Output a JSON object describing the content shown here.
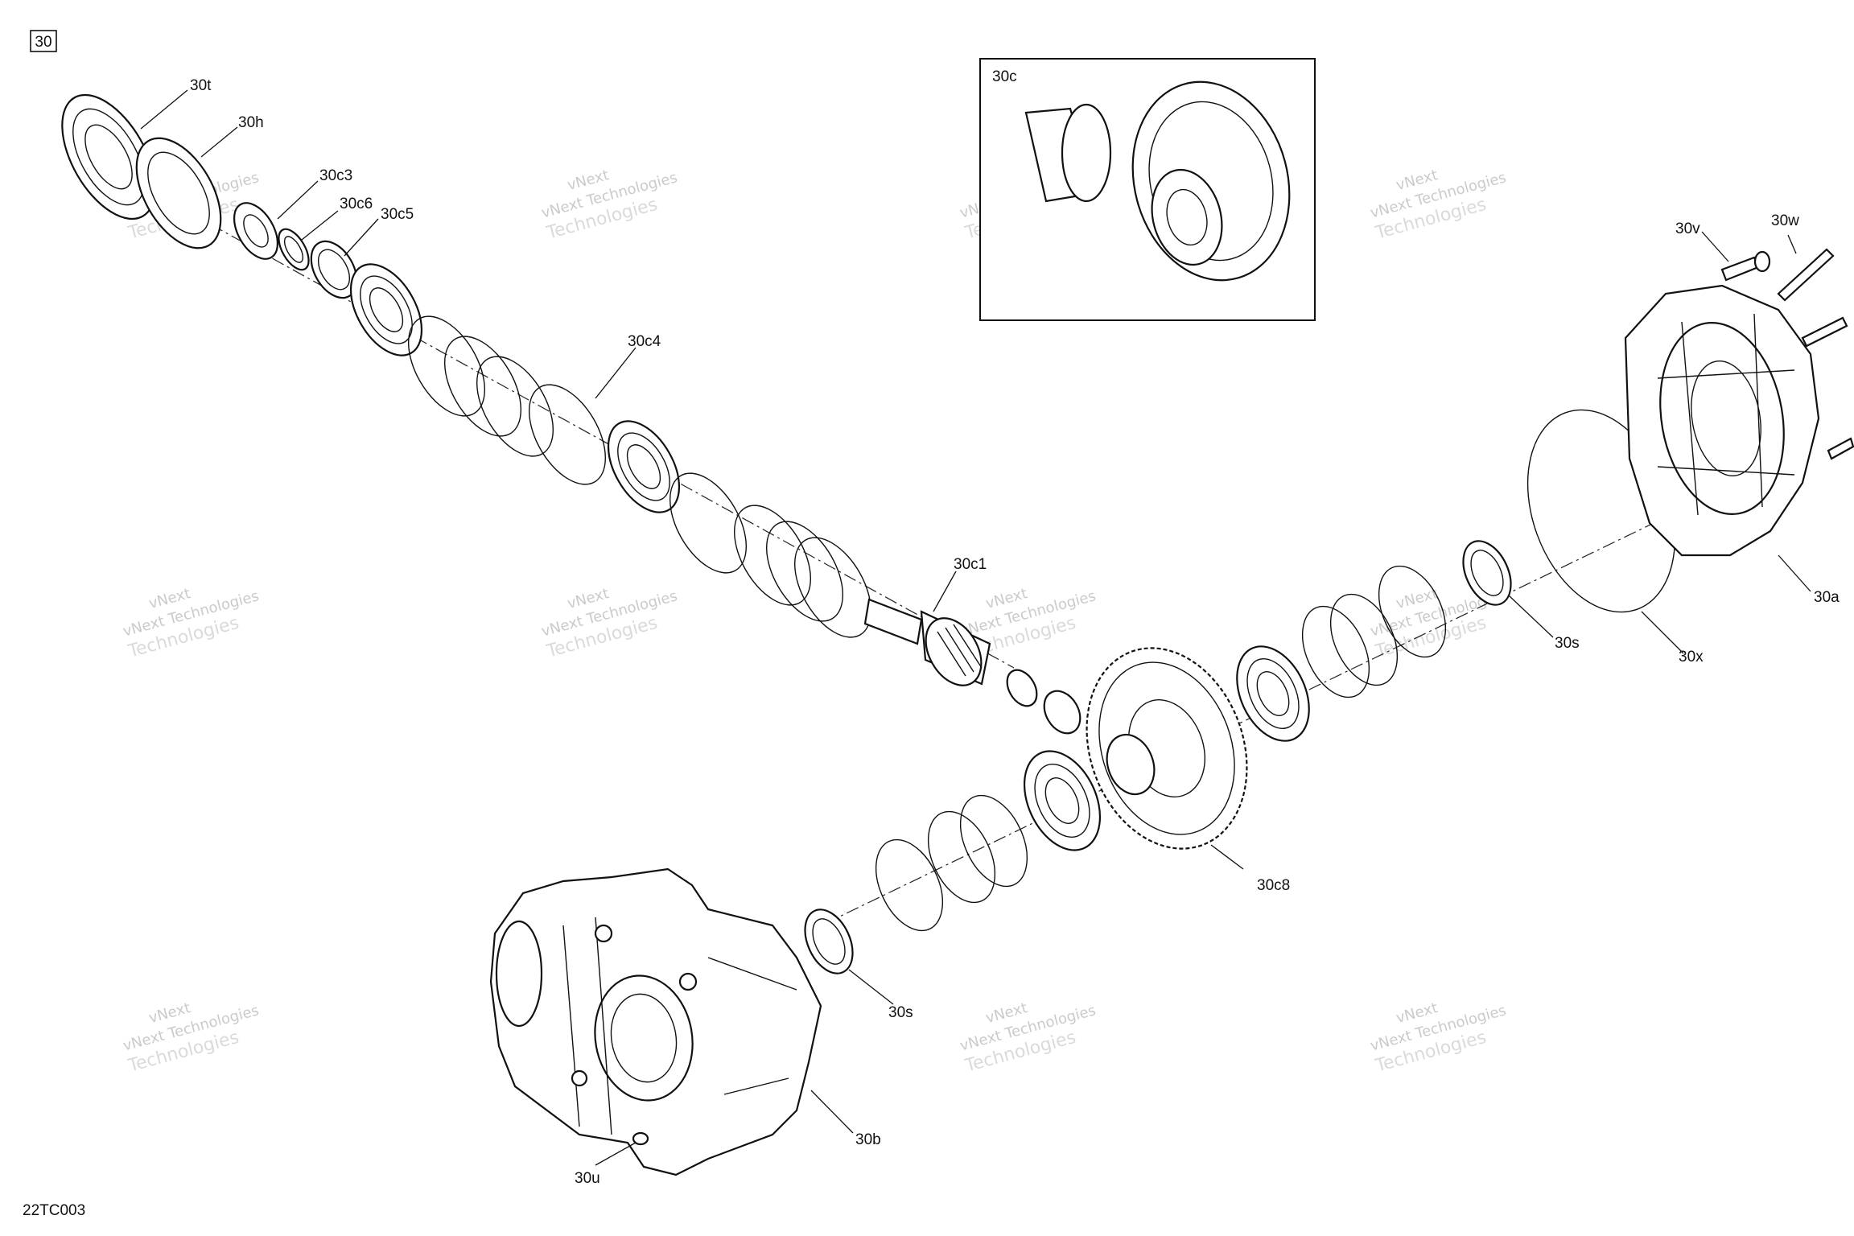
{
  "figure": {
    "group_number": "30",
    "drawing_code": "22TC003",
    "inset_label": "30c"
  },
  "watermark": {
    "line1": "vNext",
    "line2": "vNext Technologies",
    "line3": "Technologies"
  },
  "callouts": [
    {
      "id": "30t",
      "text": "30t"
    },
    {
      "id": "30h",
      "text": "30h"
    },
    {
      "id": "30c3",
      "text": "30c3"
    },
    {
      "id": "30c6",
      "text": "30c6"
    },
    {
      "id": "30c5",
      "text": "30c5"
    },
    {
      "id": "30c4",
      "text": "30c4"
    },
    {
      "id": "30c1",
      "text": "30c1"
    },
    {
      "id": "30c8",
      "text": "30c8"
    },
    {
      "id": "30s_a",
      "text": "30s"
    },
    {
      "id": "30s_b",
      "text": "30s"
    },
    {
      "id": "30x",
      "text": "30x"
    },
    {
      "id": "30v",
      "text": "30v"
    },
    {
      "id": "30w",
      "text": "30w"
    },
    {
      "id": "30a",
      "text": "30a"
    },
    {
      "id": "30b",
      "text": "30b"
    },
    {
      "id": "30u",
      "text": "30u"
    }
  ],
  "colors": {
    "line": "#111111",
    "background": "#ffffff",
    "watermark": "#bdbdbd"
  }
}
